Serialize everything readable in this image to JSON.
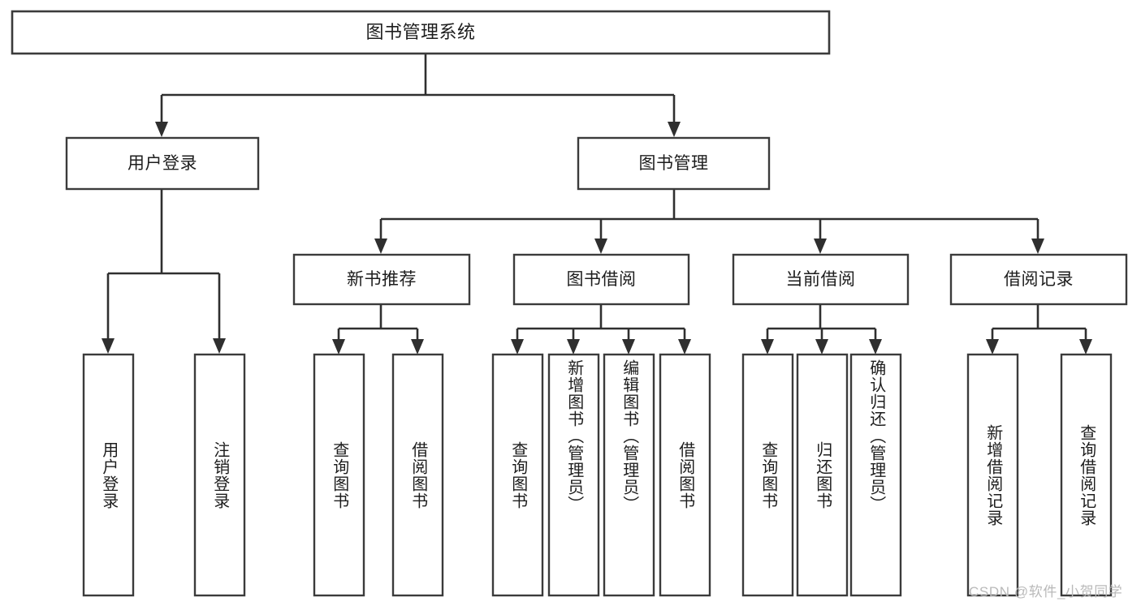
{
  "diagram": {
    "type": "tree-hierarchy-chart",
    "title": "图书管理系统",
    "orientation": "top-down",
    "colors": {
      "box_stroke": "#3b3b3b",
      "box_fill": "#ffffff",
      "edge": "#2f2f2f",
      "text": "#1d1d1d",
      "background": "#ffffff",
      "watermark": "#b9b9b9"
    },
    "root": {
      "label": "图书管理系统"
    },
    "level1": [
      {
        "label": "用户登录"
      },
      {
        "label": "图书管理"
      }
    ],
    "level2": [
      {
        "label": "新书推荐"
      },
      {
        "label": "图书借阅"
      },
      {
        "label": "当前借阅"
      },
      {
        "label": "借阅记录"
      }
    ],
    "leaves": {
      "user_login": [
        {
          "label": "用户登录"
        },
        {
          "label": "注销登录"
        }
      ],
      "new_book_recommend": [
        {
          "label": "查询图书"
        },
        {
          "label": "借阅图书"
        }
      ],
      "book_borrow": [
        {
          "label": "查询图书"
        },
        {
          "label": "新增图书（管理员）"
        },
        {
          "label": "编辑图书（管理员）"
        },
        {
          "label": "借阅图书"
        }
      ],
      "current_borrow": [
        {
          "label": "查询图书"
        },
        {
          "label": "归还图书"
        },
        {
          "label": "确认归还（管理员）"
        }
      ],
      "borrow_record": [
        {
          "label": "新增借阅记录"
        },
        {
          "label": "查询借阅记录"
        }
      ]
    }
  },
  "watermark": {
    "text": "CSDN @软件_小贺同学"
  }
}
